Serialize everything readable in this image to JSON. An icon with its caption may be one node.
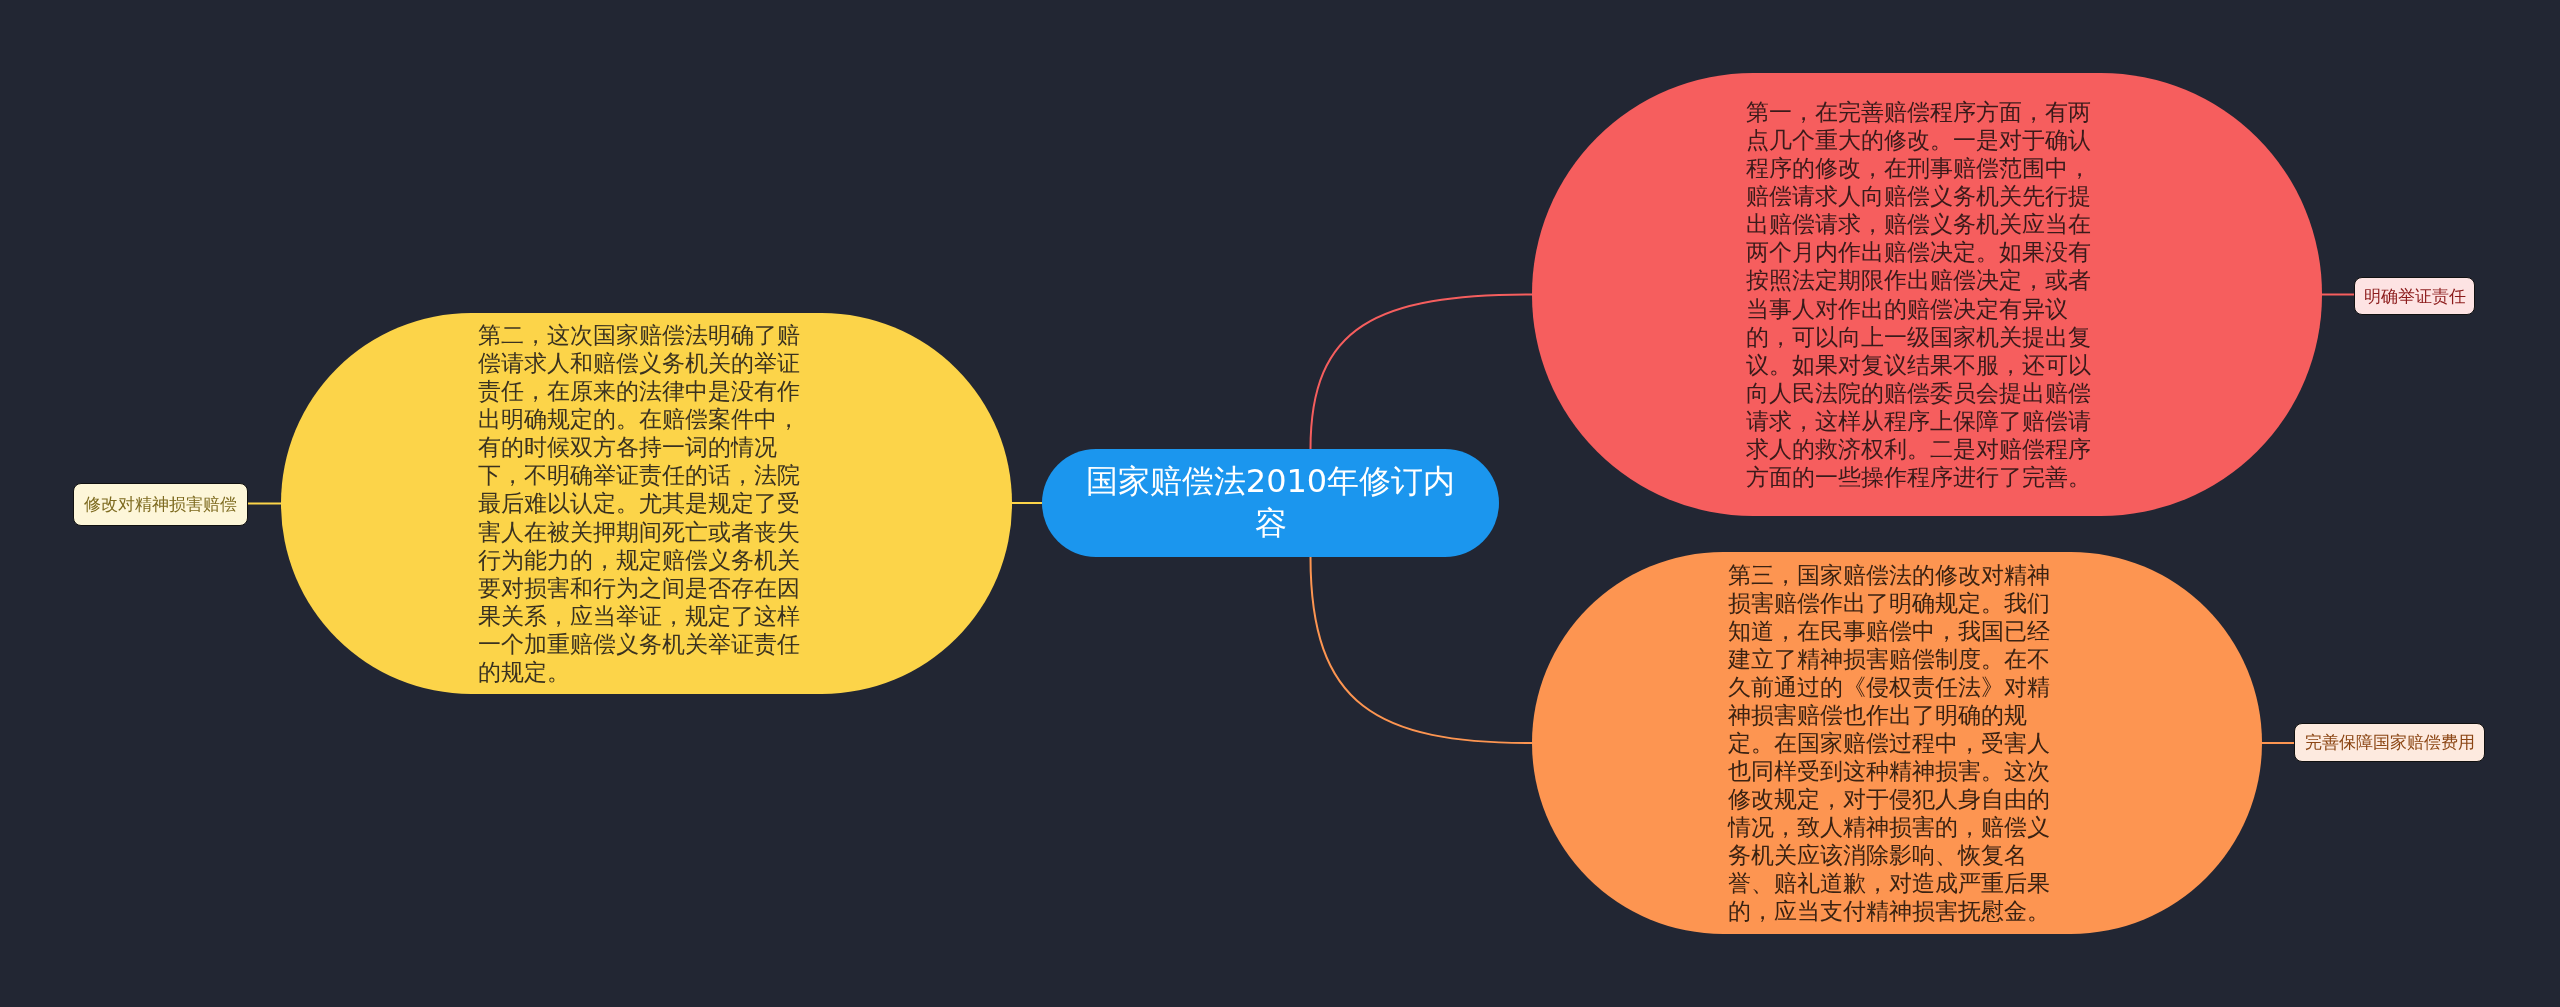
{
  "diagram": {
    "nodes": [
      {
        "text": [
          "国家赔偿法2010年修订内容"
        ]
      },
      {
        "text": [
          "第二，这次国家赔偿法明确了赔偿请求人和赔偿义务机关的举证责任，在原来的法律中是没有作出明确规定的。在赔偿案件中，有的时候双方各持一词的情况下，不明确举证责任的话，法院最后难以认定。尤其是规定了受害人在被关押期间死亡或者丧失行为能力的，规定赔偿义务机关要对损害和行为之间是否存在因果关系，应当举证，规定了这样一个加重赔偿义务机关举证责任的规定。"
        ]
      },
      {
        "text": [
          "第一，在完善赔偿程序方面，有两点几个重大的修改。一是对于确认程序的修改，在刑事赔偿范围中，赔偿请求人向赔偿义务机关先行提出赔偿请求，赔偿义务机关应当在两个月内作出赔偿决定。如果没有按照法定期限作出赔偿决定，或者当事人对作出的赔偿决定有异议的，可以向上一级国家机关提出复议。如果对复议结果不服，还可以向人民法院的赔偿委员会提出赔偿请求，这样从程序上保障了赔偿请求人的救济权利。二是对赔偿程序方面的一些操作程序进行了完善。"
        ]
      },
      {
        "text": [
          "第三，国家赔偿法的修改对精神损害赔偿作出了明确规定。我们知道，在民事赔偿中，我国已经建立了精神损害赔偿制度。在不久前通过的《侵权责任法》对精神损害赔偿也作出了明确的规定。在国家赔偿过程中，受害人也同样受到这种精神损害。这次修改规定，对于侵犯人身自由的情况，致人精神损害的，赔偿义务机关应该消除影响、恢复名誉、赔礼道歉，对造成严重后果的，应当支付精神损害抚慰金。"
        ]
      },
      {
        "text": [
          "修改对精神损害赔偿"
        ]
      },
      {
        "text": [
          "明确举证责任"
        ]
      },
      {
        "text": [
          "完善保障国家赔偿费用"
        ]
      }
    ],
    "edges": [
      {
        "from": 0,
        "to": 1,
        "arrow": "none",
        "color": "#fcd449"
      },
      {
        "from": 0,
        "to": 2,
        "arrow": "none",
        "color": "#f65e5e"
      },
      {
        "from": 0,
        "to": 3,
        "arrow": "none",
        "color": "#fd9551"
      },
      {
        "from": 1,
        "to": 4,
        "arrow": "none",
        "color": "#fcd449"
      },
      {
        "from": 2,
        "to": 5,
        "arrow": "none",
        "color": "#f65e5e"
      },
      {
        "from": 3,
        "to": 6,
        "arrow": "none",
        "color": "#fd9551"
      }
    ]
  }
}
